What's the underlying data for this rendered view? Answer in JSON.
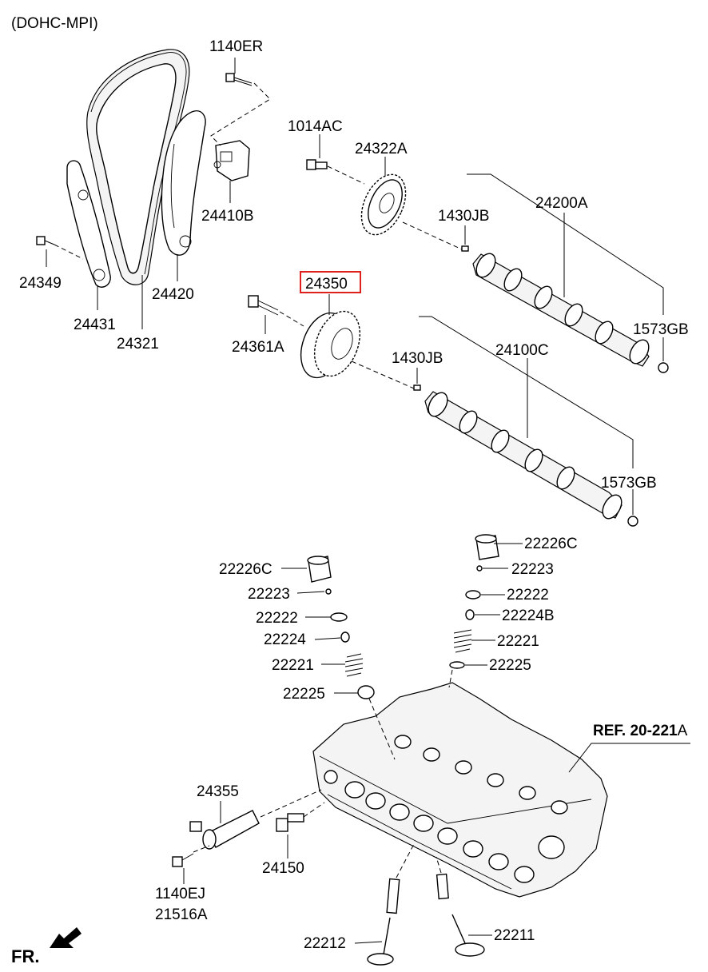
{
  "header": {
    "variant": "(DOHC-MPI)"
  },
  "labels": {
    "p1140ER": "1140ER",
    "p1014AC": "1014AC",
    "p24322A": "24322A",
    "p24410B": "24410B",
    "p24200A": "24200A",
    "p1430JB_top": "1430JB",
    "p24349": "24349",
    "p24420": "24420",
    "p24431": "24431",
    "p24321": "24321",
    "p24350": "24350",
    "p24361A": "24361A",
    "p1573GB_top": "1573GB",
    "p1430JB_mid": "1430JB",
    "p24100C": "24100C",
    "p1573GB_mid": "1573GB",
    "p22226C_r": "22226C",
    "p22223_r": "22223",
    "p22222_r": "22222",
    "p22224B": "22224B",
    "p22221_r": "22221",
    "p22225_r": "22225",
    "p22226C_l": "22226C",
    "p22223_l": "22223",
    "p22222_l": "22222",
    "p22224": "22224",
    "p22221_l": "22221",
    "p22225_l": "22225",
    "ref": "REF. 20-221",
    "ref_suffix": "A",
    "p24355": "24355",
    "p24150": "24150",
    "p1140EJ": "1140EJ",
    "p21516A": "21516A",
    "p22212": "22212",
    "p22211": "22211",
    "fr": "FR."
  },
  "highlight": {
    "part": "24350",
    "color": "#e0201c"
  }
}
